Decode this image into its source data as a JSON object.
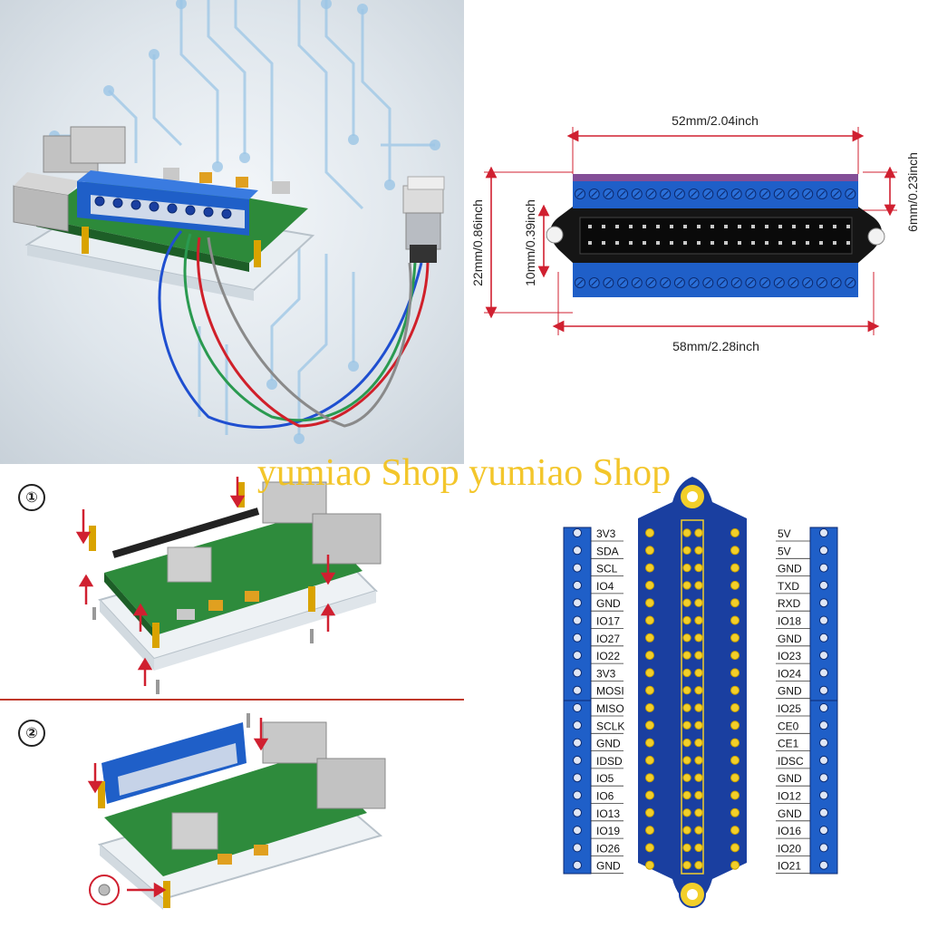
{
  "watermark": "yumiao Shop yumiao Shop",
  "dimensions": {
    "top_width": "52mm/2.04inch",
    "bottom_width": "58mm/2.28inch",
    "total_height": "22mm/0.86inch",
    "inner_height": "10mm/0.39inch",
    "terminal_height": "6mm/0.23inch"
  },
  "install": {
    "step1": "①",
    "step2": "②"
  },
  "pinout": {
    "left_labels": [
      "3V3",
      "SDA",
      "SCL",
      "IO4",
      "GND",
      "IO17",
      "IO27",
      "IO22",
      "3V3",
      "MOSI",
      "MISO",
      "SCLK",
      "GND",
      "IDSD",
      "IO5",
      "IO6",
      "IO13",
      "IO19",
      "IO26",
      "GND"
    ],
    "right_labels": [
      "5V",
      "5V",
      "GND",
      "TXD",
      "RXD",
      "IO18",
      "GND",
      "IO23",
      "IO24",
      "GND",
      "IO25",
      "CE0",
      "CE1",
      "IDSC",
      "GND",
      "IO12",
      "GND",
      "IO16",
      "IO20",
      "IO21"
    ]
  },
  "colors": {
    "board_blue": "#1a3fa0",
    "terminal_blue": "#1f5fc8",
    "dimension_red": "#d02030",
    "watermark": "#f3c21a",
    "pad_gold": "#f2cf2a"
  },
  "icons": [
    "circuit-background",
    "raspberry-pi-board",
    "usb-connector",
    "screw-terminal",
    "standoff-screw",
    "arrow-icon"
  ]
}
